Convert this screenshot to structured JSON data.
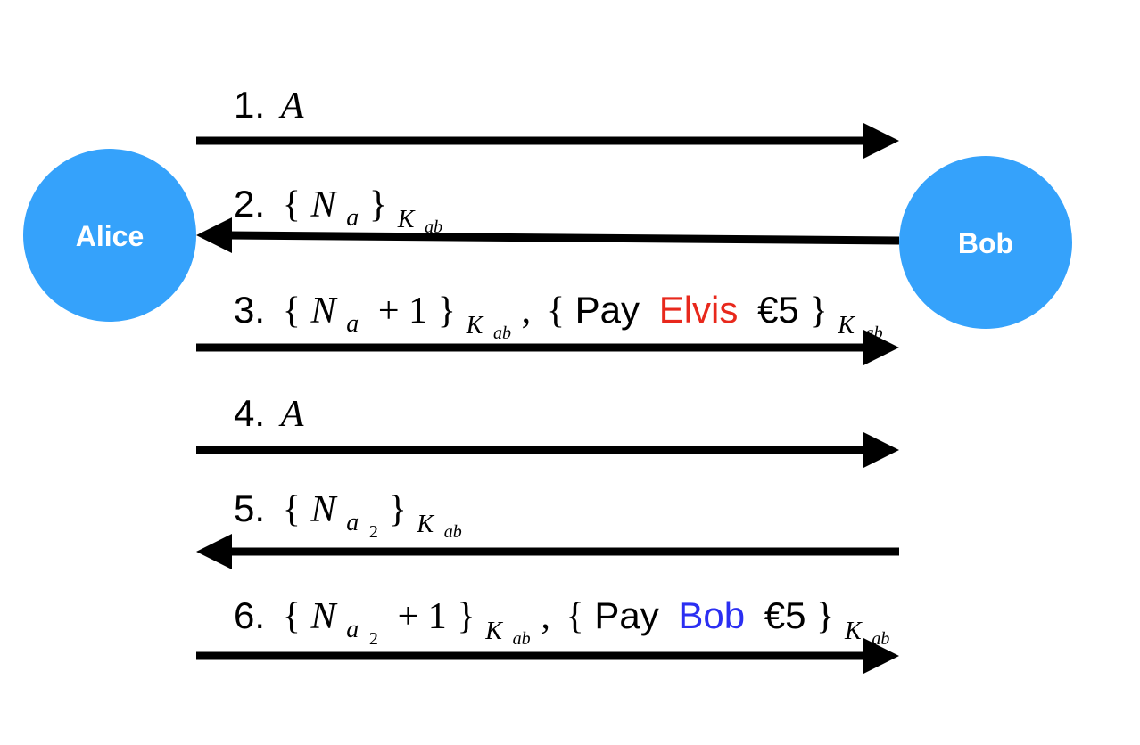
{
  "colors": {
    "node_fill": "#35a2fb",
    "node_text": "#ffffff",
    "arrow": "#000000",
    "elvis": "#e8281c",
    "bob_highlight": "#2b2ff2"
  },
  "nodes": {
    "alice": "Alice",
    "bob": "Bob"
  },
  "messages": [
    {
      "num": "1.",
      "A": "A",
      "direction": "Alice to Bob"
    },
    {
      "num": "2.",
      "N": "N",
      "a": "a",
      "K": "K",
      "ab": "ab",
      "direction": "Bob to Alice"
    },
    {
      "num": "3.",
      "N": "N",
      "a": "a",
      "plus_one": "+ 1",
      "K": "K",
      "ab": "ab",
      "pay": "Pay",
      "payee": "Elvis",
      "amount": "€5",
      "direction": "Alice to Bob"
    },
    {
      "num": "4.",
      "A": "A",
      "direction": "Alice to Bob"
    },
    {
      "num": "5.",
      "N": "N",
      "a": "a",
      "two": "2",
      "K": "K",
      "ab": "ab",
      "direction": "Bob to Alice"
    },
    {
      "num": "6.",
      "N": "N",
      "a": "a",
      "two": "2",
      "plus_one": "+ 1",
      "K": "K",
      "ab": "ab",
      "pay": "Pay",
      "payee": "Bob",
      "amount": "€5",
      "direction": "Alice to Bob"
    }
  ]
}
